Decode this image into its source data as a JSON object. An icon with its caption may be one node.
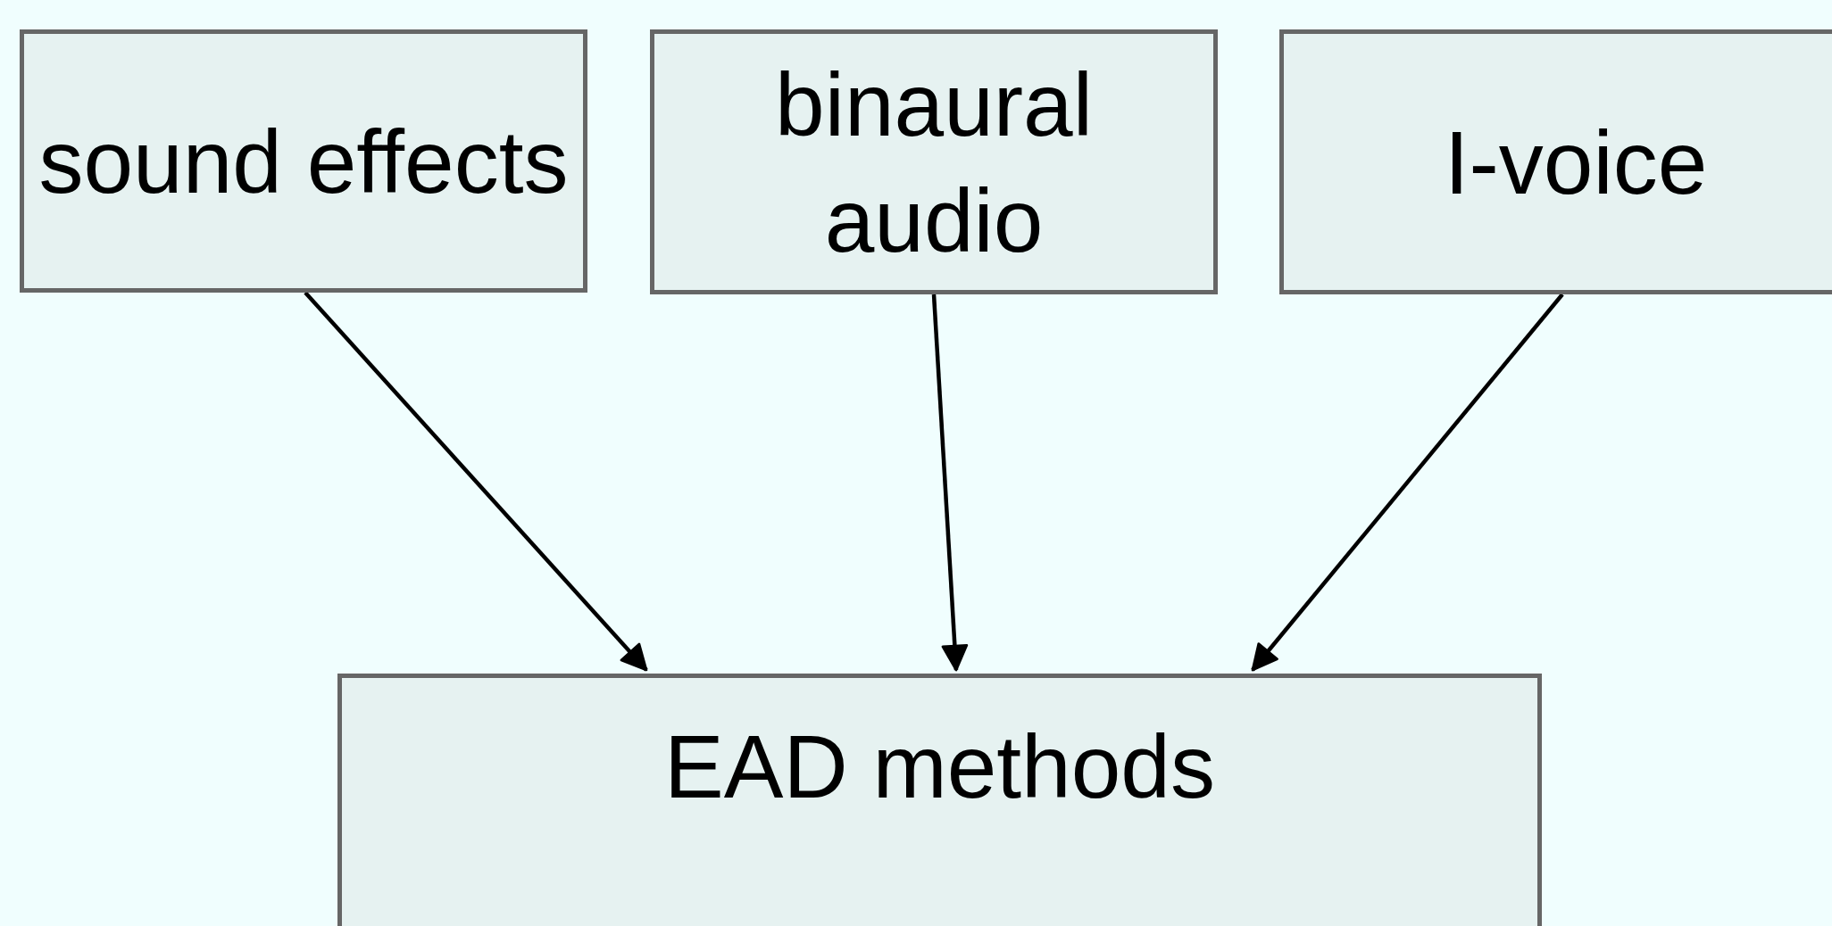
{
  "diagram": {
    "nodes": [
      {
        "text": [
          "sound effects"
        ]
      },
      {
        "text": [
          "binaural audio"
        ]
      },
      {
        "text": [
          "I-voice"
        ]
      },
      {
        "text": [
          "EAD methods"
        ]
      }
    ],
    "edges": [
      {
        "from": 0,
        "to": 3,
        "arrow": "to"
      },
      {
        "from": 1,
        "to": 3,
        "arrow": "to"
      },
      {
        "from": 2,
        "to": 3,
        "arrow": "to"
      }
    ]
  }
}
